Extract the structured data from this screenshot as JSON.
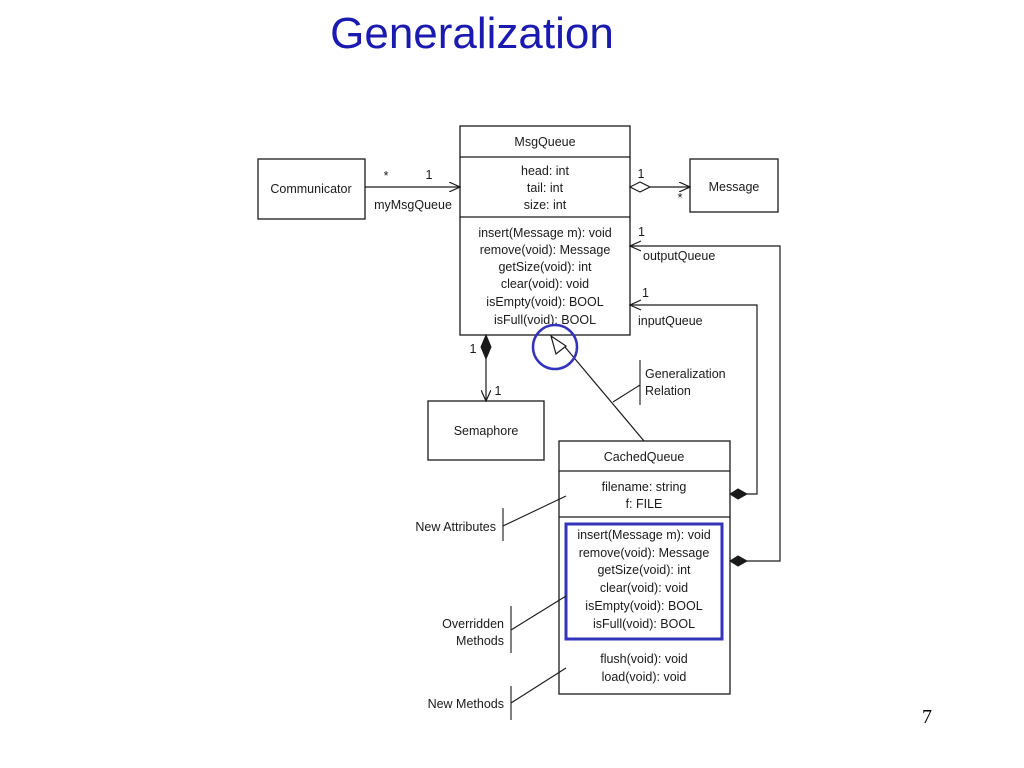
{
  "title": "Generalization",
  "slide_number": "7",
  "colors": {
    "title": "#1a1ab0",
    "highlight": "#3333bb",
    "line": "#1a1a1a"
  },
  "classes": {
    "msgqueue": {
      "name": "MsgQueue",
      "attributes": [
        "head: int",
        "tail: int",
        "size: int"
      ],
      "methods": [
        "insert(Message m): void",
        "remove(void): Message",
        "getSize(void): int",
        "clear(void): void",
        "isEmpty(void): BOOL",
        "isFull(void): BOOL"
      ]
    },
    "communicator": {
      "name": "Communicator"
    },
    "message": {
      "name": "Message"
    },
    "semaphore": {
      "name": "Semaphore"
    },
    "cachedqueue": {
      "name": "CachedQueue",
      "attributes": [
        "filename: string",
        "f: FILE"
      ],
      "overridden_methods": [
        "insert(Message m): void",
        "remove(void): Message",
        "getSize(void): int",
        "clear(void): void",
        "isEmpty(void): BOOL",
        "isFull(void): BOOL"
      ],
      "new_methods": [
        "flush(void): void",
        "load(void): void"
      ]
    }
  },
  "associations": {
    "comm_star": "*",
    "comm_one": "1",
    "comm_role": "myMsgQueue",
    "msg_one": "1",
    "msg_star": "*",
    "sem_one_top": "1",
    "sem_one_bottom": "1",
    "out_one": "1",
    "out_role": "outputQueue",
    "in_one": "1",
    "in_role": "inputQueue"
  },
  "annotations": {
    "generalization": [
      "Generalization",
      "Relation"
    ],
    "new_attributes": "New Attributes",
    "overridden": [
      "Overridden",
      "Methods"
    ],
    "new_methods": "New Methods"
  }
}
